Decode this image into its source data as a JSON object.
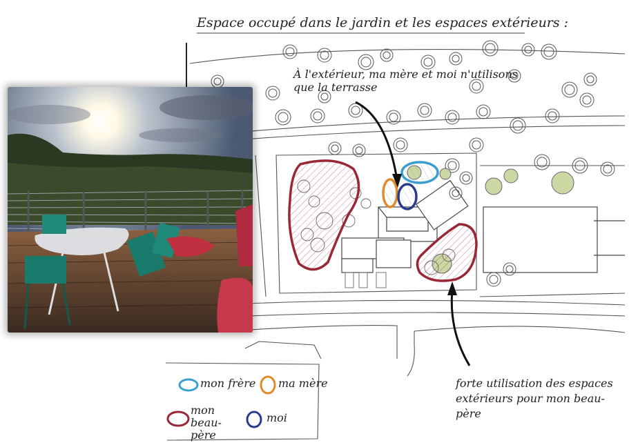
{
  "title": "Espace occupé dans le jardin et les espaces extérieurs :",
  "annotation_top": "À l'extérieur, ma mère et moi n'utilisons que la terrasse",
  "annotation_bottom": "forte utilisation des espaces extérieurs pour mon beau-père",
  "legend": {
    "items": [
      {
        "label": "mon frère",
        "color": "#3a9fd0"
      },
      {
        "label": "ma mère",
        "color": "#e08a2a"
      },
      {
        "label": "mon beau-père",
        "color": "#9a2636"
      },
      {
        "label": "moi",
        "color": "#2a3a8c"
      }
    ]
  },
  "colors": {
    "ink": "#333333",
    "tree_green": "#b9c98a",
    "frere": "#3a9fd0",
    "mere": "#e08a2a",
    "beau_pere": "#9a2636",
    "moi": "#2a3a8c"
  },
  "photo": {
    "subject": "terrace-photo"
  }
}
